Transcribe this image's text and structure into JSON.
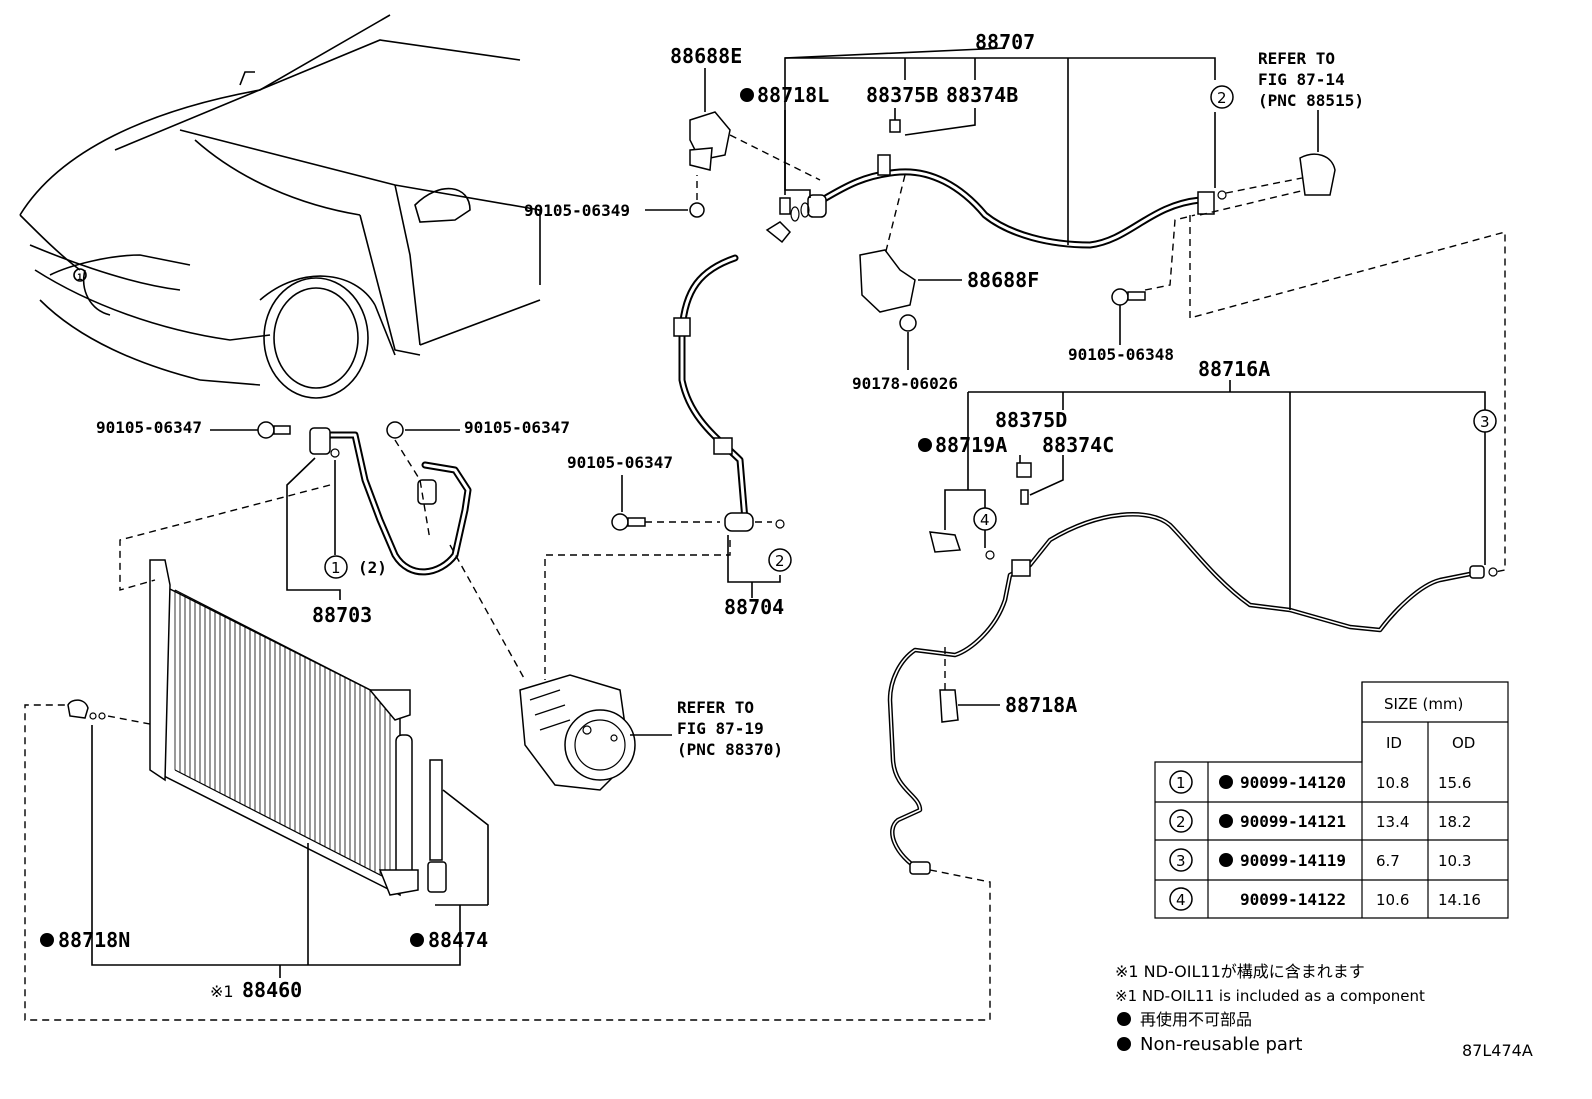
{
  "labels": {
    "p88707": "88707",
    "p88688E": "88688E",
    "p88718L": "88718L",
    "p88375B": "88375B",
    "p88374B": "88374B",
    "refer1_l1": "REFER TO",
    "refer1_l2": "FIG 87-14",
    "refer1_l3": "(PNC 88515)",
    "b9010506349": "90105-06349",
    "p88688F": "88688F",
    "b9010506348": "90105-06348",
    "b9017806026": "90178-06026",
    "p88716A": "88716A",
    "p88375D": "88375D",
    "p88719A": "88719A",
    "p88374C": "88374C",
    "b9010506347a": "90105-06347",
    "b9010506347b": "90105-06347",
    "b9010506347c": "90105-06347",
    "p88703": "88703",
    "p88704": "88704",
    "refer2_l1": "REFER TO",
    "refer2_l2": "FIG 87-19",
    "refer2_l3": "(PNC 88370)",
    "p88718A": "88718A",
    "p88718N": "88718N",
    "p88474": "88474",
    "p88460": "88460",
    "ref_mark": "※1",
    "paren2": "(2)"
  },
  "circles": {
    "c1": "1",
    "c2": "2",
    "c3": "3",
    "c4": "4"
  },
  "size_table": {
    "header": "SIZE (mm)",
    "col_id": "ID",
    "col_od": "OD",
    "rows": [
      {
        "no": "1",
        "part": "90099-14120",
        "nonreusable": true,
        "id": "10.8",
        "od": "15.6"
      },
      {
        "no": "2",
        "part": "90099-14121",
        "nonreusable": true,
        "id": "13.4",
        "od": "18.2"
      },
      {
        "no": "3",
        "part": "90099-14119",
        "nonreusable": true,
        "id": "6.7",
        "od": "10.3"
      },
      {
        "no": "4",
        "part": "90099-14122",
        "nonreusable": false,
        "id": "10.6",
        "od": "14.16"
      }
    ]
  },
  "notes": {
    "n1_jp": "※1 ND-OIL11が構成に含まれます",
    "n1_en": "※1 ND-OIL11 is included as a component",
    "n2_jp": "再使用不可部品",
    "n2_en": "Non-reusable part"
  },
  "figure_code": "87L474A"
}
